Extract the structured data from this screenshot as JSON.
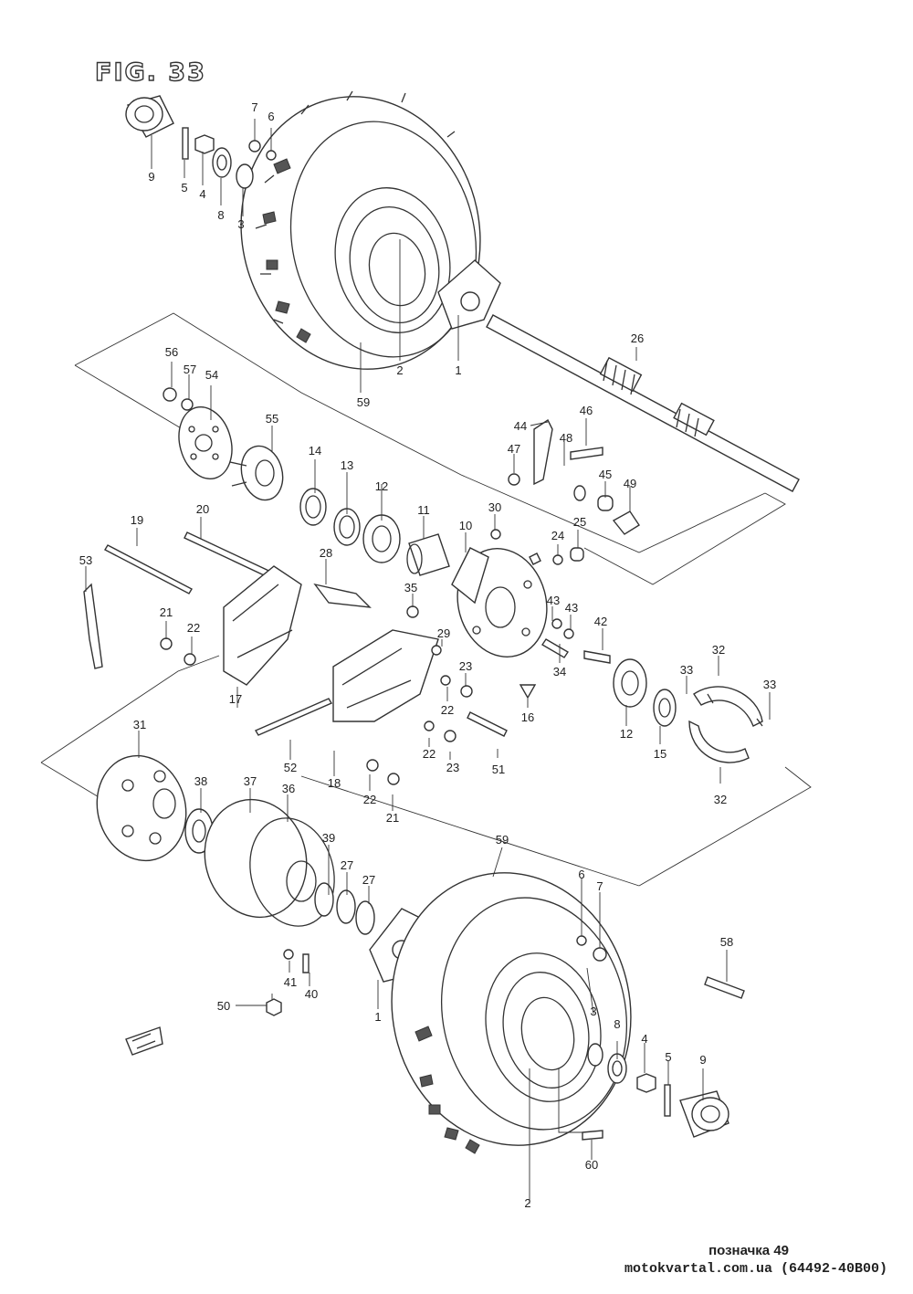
{
  "figure": {
    "title": "FIG. 33"
  },
  "callouts": {
    "c1a": "1",
    "c2a": "2",
    "c3a": "3",
    "c4a": "4",
    "c5a": "5",
    "c6a": "6",
    "c7a": "7",
    "c8a": "8",
    "c9a": "9",
    "c10": "10",
    "c11": "11",
    "c12a": "12",
    "c12b": "12",
    "c13": "13",
    "c14": "14",
    "c15": "15",
    "c16": "16",
    "c17": "17",
    "c18": "18",
    "c19": "19",
    "c20": "20",
    "c21a": "21",
    "c21b": "21",
    "c22a": "22",
    "c22b": "22",
    "c22c": "22",
    "c22d": "22",
    "c23a": "23",
    "c23b": "23",
    "c24": "24",
    "c25": "25",
    "c26": "26",
    "c27a": "27",
    "c27b": "27",
    "c28": "28",
    "c29": "29",
    "c30": "30",
    "c31": "31",
    "c32a": "32",
    "c32b": "32",
    "c33a": "33",
    "c33b": "33",
    "c34": "34",
    "c35": "35",
    "c36": "36",
    "c37": "37",
    "c38": "38",
    "c39": "39",
    "c40": "40",
    "c41": "41",
    "c42": "42",
    "c43a": "43",
    "c43b": "43",
    "c44": "44",
    "c45": "45",
    "c46": "46",
    "c47": "47",
    "c48": "48",
    "c49": "49",
    "c50": "50",
    "c51": "51",
    "c52": "52",
    "c53": "53",
    "c54": "54",
    "c55": "55",
    "c56": "56",
    "c57": "57",
    "c58": "58",
    "c59a": "59",
    "c59b": "59",
    "c60": "60",
    "c1b": "1",
    "c2b": "2",
    "c3b": "3",
    "c4b": "4",
    "c5b": "5",
    "c6b": "6",
    "c7b": "7",
    "c8b": "8",
    "c9b": "9"
  },
  "footer": {
    "caption": "позначка 49",
    "source": "motokvartal.com.ua (64492-40B00)"
  }
}
